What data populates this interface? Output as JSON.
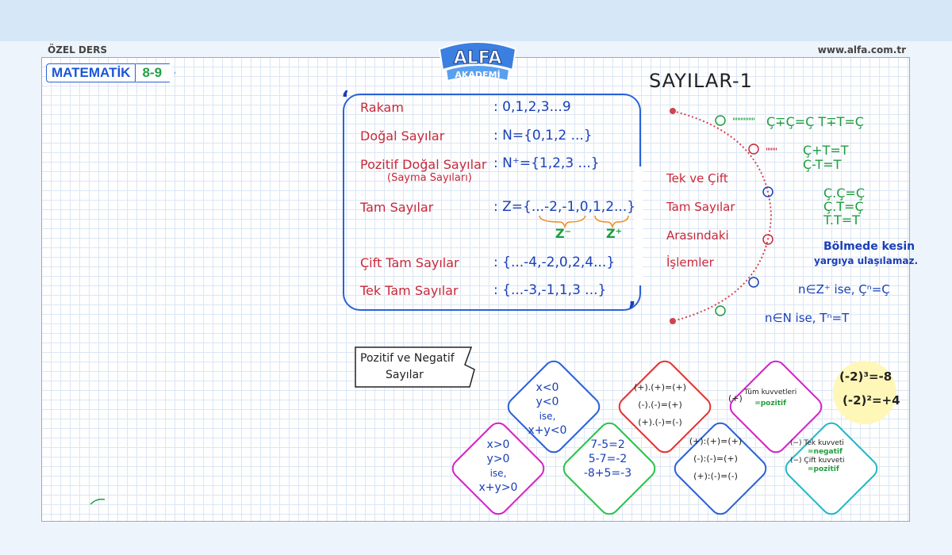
{
  "header": {
    "left": "ÖZEL DERS",
    "right": "www.alfa.com.tr"
  },
  "logo": {
    "line1": "ALFA",
    "line2": "AKADEMİ"
  },
  "badge": {
    "subject": "MATEMATİK",
    "grade": "8-9"
  },
  "title": "SAYILAR-1",
  "sets": [
    {
      "label": "Rakam",
      "value": ": 0,1,2,3...9"
    },
    {
      "label": "Doğal Sayılar",
      "value": ": N={0,1,2 ...}"
    },
    {
      "label": "Pozitif Doğal Sayılar",
      "sublabel": "(Sayma Sayıları)",
      "value": ": N⁺={1,2,3 ...}"
    },
    {
      "label": "Tam Sayılar",
      "value": ": Z={...-2,-1,0,1,2...}",
      "neg": "Z⁻",
      "pos": "Z⁺"
    },
    {
      "label": "Çift Tam Sayılar",
      "value": ": {...-4,-2,0,2,4...}"
    },
    {
      "label": "Tek Tam Sayılar",
      "value": ": {...-3,-1,1,3 ...}"
    }
  ],
  "parity": {
    "heading": [
      "Tek ve Çift",
      "Tam Sayılar",
      "Arasındaki",
      "İşlemler"
    ],
    "rules": [
      {
        "lines": [
          "Ç∓Ç=Ç    T∓T=Ç"
        ]
      },
      {
        "lines": [
          "Ç+T=T",
          "Ç-T=T"
        ]
      },
      {
        "lines": [
          "Ç.Ç=Ç",
          "Ç.T=Ç",
          "T.T=T"
        ]
      },
      {
        "lines": [
          "Bölmede kesin",
          "yargıya ulaşılamaz."
        ]
      },
      {
        "lines": [
          "n∈Z⁺ ise, Çⁿ=Ç"
        ]
      },
      {
        "lines": [
          "n∈N ise, Tⁿ=T"
        ]
      }
    ]
  },
  "posneg": {
    "label": [
      "Pozitif ve Negatif",
      "Sayılar"
    ],
    "diamonds": [
      {
        "lines": [
          "x>0",
          "y>0",
          "ise,",
          "x+y>0"
        ]
      },
      {
        "lines": [
          "x<0",
          "y<0",
          "ise,",
          "x+y<0"
        ]
      },
      {
        "lines": [
          "7-5=2",
          "5-7=-2",
          "-8+5=-3"
        ]
      },
      {
        "lines": [
          "(+).(+)=(+)",
          "(-).(-)=(+)",
          "(+).(-)=(-)"
        ]
      },
      {
        "lines": [
          "(+):(+)=(+)",
          "(-):(-)=(+)",
          "(+):(-)=(-)"
        ]
      },
      {
        "prefix": "(+)",
        "lines": [
          "Tüm kuvvetleri",
          "=pozitif"
        ]
      },
      {
        "lines": [
          "(−) Tek kuvveti",
          "=negatif",
          "(−) Çift kuvveti",
          "=pozitif"
        ]
      }
    ],
    "examples": [
      "(-2)³=-8",
      "(-2)²=+4"
    ]
  },
  "colors": {
    "red": "#c8283a",
    "blue": "#1a3fb8",
    "green": "#1e9d3c",
    "grid": "#dbe6f4"
  }
}
